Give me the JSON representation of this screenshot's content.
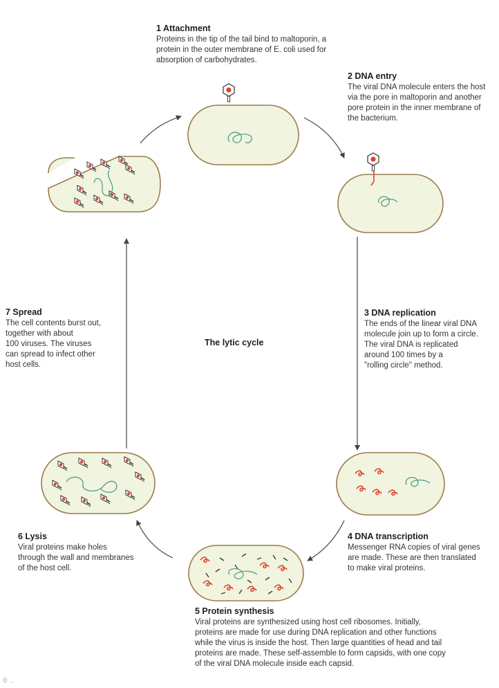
{
  "title": "The lytic cycle",
  "colors": {
    "cell_fill": "#f1f4df",
    "cell_stroke": "#9c7a4f",
    "viral_dna": "#e0402a",
    "host_dna": "#4f9f8a",
    "arrow": "#444444",
    "protein_dark": "#3a3a3a"
  },
  "steps": [
    {
      "heading": "1 Attachment",
      "body": "Proteins in the tip of the tail bind to maltoporin, a\nprotein in the outer membrane of E. coli used for\nabsorption of carbohydrates."
    },
    {
      "heading": "2 DNA entry",
      "body": "The viral DNA molecule enters the host\nvia the pore in maltoporin and another\npore protein in the inner membrane of\nthe bacterium."
    },
    {
      "heading": "3 DNA replication",
      "body": "The ends of the linear viral DNA\nmolecule join up to form a circle.\nThe viral DNA is replicated\naround 100 times by a\n\"rolling circle\" method."
    },
    {
      "heading": "4 DNA transcription",
      "body": "Messenger RNA copies of viral genes\nare made. These are then translated\nto make viral proteins."
    },
    {
      "heading": "5 Protein synthesis",
      "body": "Viral proteins are synthesized using host cell ribosomes. Initially,\nproteins are made for use during DNA replication and other functions\nwhile the virus is inside the host. Then large quantities of head and tail\nproteins are made. These self-assemble to form capsids, with one copy\nof the viral DNA molecule inside each capsid."
    },
    {
      "heading": "6 Lysis",
      "body": "Viral proteins make holes\nthrough the wall and membranes\nof the host cell."
    },
    {
      "heading": "7 Spread",
      "body": "The cell contents burst out,\ntogether with about\n100 viruses. The viruses\ncan spread to infect other\nhost cells."
    }
  ],
  "footer": "© ..."
}
